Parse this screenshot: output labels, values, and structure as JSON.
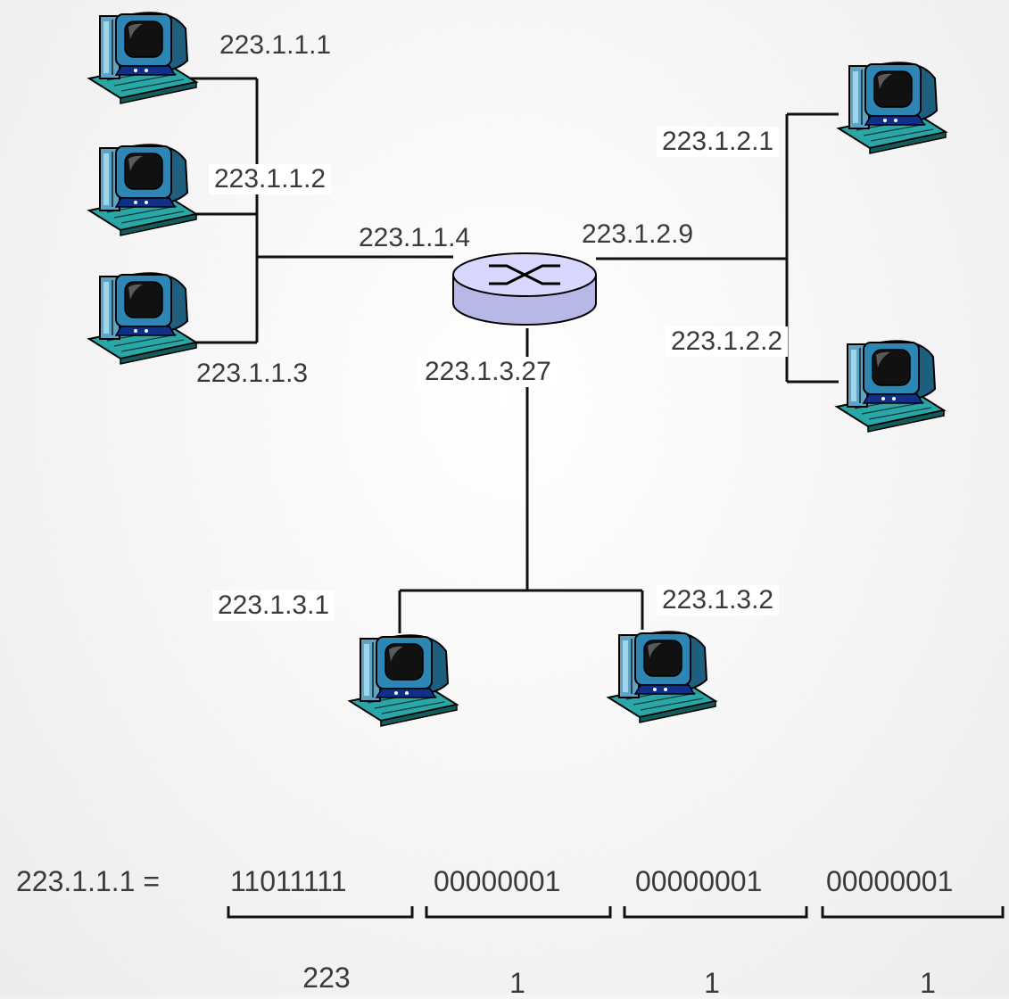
{
  "network": {
    "subnet1": {
      "host1": "223.1.1.1",
      "host2": "223.1.1.2",
      "host3": "223.1.1.3",
      "router_if": "223.1.1.4"
    },
    "subnet2": {
      "host1": "223.1.2.1",
      "host2": "223.1.2.2",
      "router_if": "223.1.2.9"
    },
    "subnet3": {
      "host1": "223.1.3.1",
      "host2": "223.1.3.2",
      "router_if": "223.1.3.27"
    }
  },
  "conversion": {
    "address": "223.1.1.1 =",
    "octets_binary": [
      "11011111",
      "00000001",
      "00000001",
      "00000001"
    ],
    "octets_decimal": [
      "223",
      "1",
      "1",
      "1"
    ]
  },
  "colors": {
    "line": "#111111",
    "router_top": "#d8d8ff",
    "router_side": "#b8b8e8",
    "monitor_screen": "#1a7fb0",
    "label_text": "#3a3a3a"
  },
  "icons": {
    "host": "desktop-computer-icon",
    "router": "router-icon"
  }
}
